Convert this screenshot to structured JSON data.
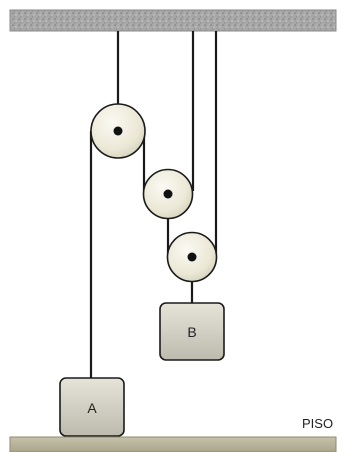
{
  "blocks": {
    "a_label": "A",
    "b_label": "B"
  },
  "floor": {
    "label": "PISO"
  },
  "colors": {
    "ceiling": "#a9a9a9",
    "floor": "#b8b39b",
    "pulley": "#ece9d9",
    "block": "#cfcdc0",
    "rope": "#1a1a1a"
  }
}
